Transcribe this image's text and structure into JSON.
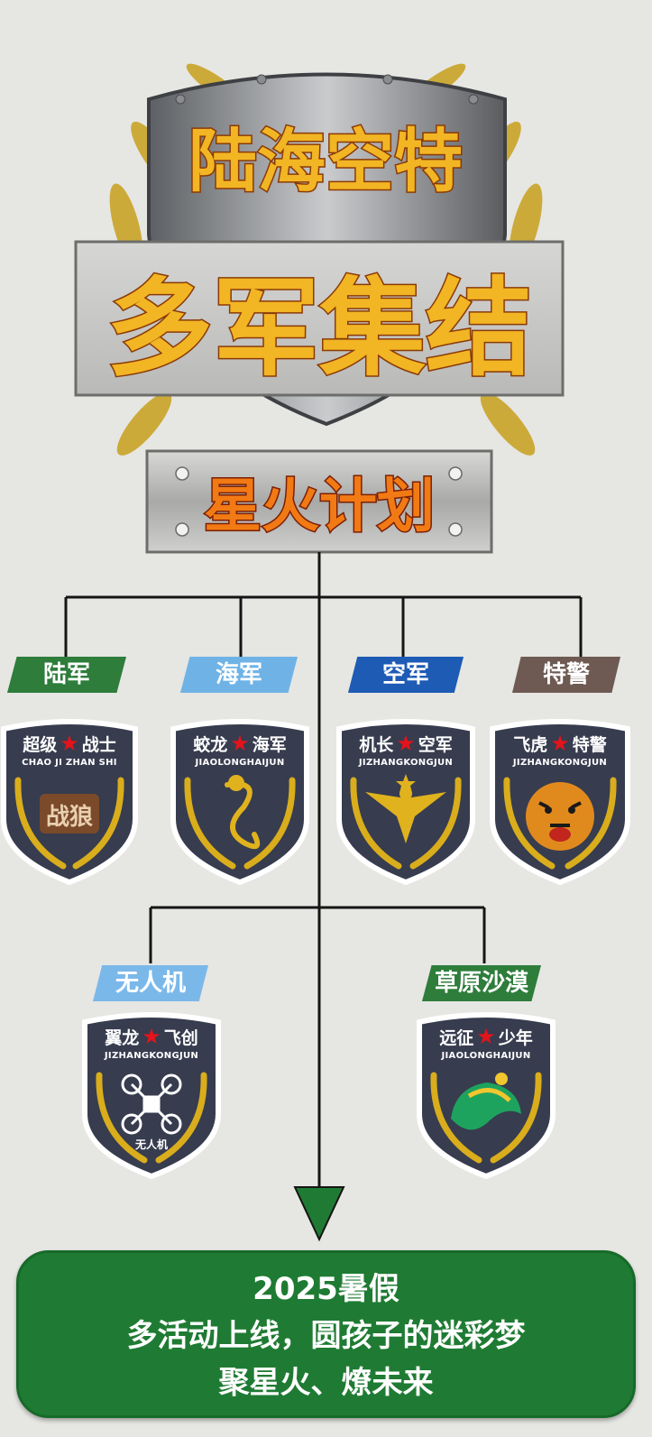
{
  "header": {
    "line1": "陆海空特",
    "line2": "多军集结",
    "plan": "星火计划"
  },
  "colors": {
    "title_fill": "#f2b524",
    "title_outline": "#8a3a06",
    "badge_bg": "#373c4f",
    "wreath": "#d9ad1c",
    "footer_bg": "#1f7b33"
  },
  "branches": [
    {
      "label": "陆军",
      "color": "#2e7d3b",
      "badge_left": "超级",
      "badge_right": "战士",
      "badge_sub": "CHAO JI ZHAN SHI",
      "emblem": "zhanlang-emblem",
      "emblem_text": "战狼"
    },
    {
      "label": "海军",
      "color": "#6fb3e6",
      "badge_left": "蛟龙",
      "badge_right": "海军",
      "badge_sub": "JIAOLONGHAIJUN",
      "emblem": "dragon-icon"
    },
    {
      "label": "空军",
      "color": "#1d5bb5",
      "badge_left": "机长",
      "badge_right": "空军",
      "badge_sub": "JIZHANGKONGJUN",
      "emblem": "eagle-icon"
    },
    {
      "label": "特警",
      "color": "#6e5a52",
      "badge_left": "飞虎",
      "badge_right": "特警",
      "badge_sub": "JIZHANGKONGJUN",
      "emblem": "tiger-icon"
    }
  ],
  "sub_branches": [
    {
      "label": "无人机",
      "color": "#7bb8ea",
      "badge_left": "翼龙",
      "badge_right": "飞创",
      "badge_sub": "JIZHANGKONGJUN",
      "emblem": "drone-icon",
      "emblem_text": "无人机"
    },
    {
      "label": "草原沙漠",
      "color": "#2e7d3b",
      "badge_left": "远征",
      "badge_right": "少年",
      "badge_sub": "JIAOLONGHAIJUN",
      "emblem": "grassland-desert-icon"
    }
  ],
  "footer": {
    "line1": "2025暑假",
    "line2": "多活动上线，圆孩子的迷彩梦",
    "line3": "聚星火、燎未来"
  }
}
